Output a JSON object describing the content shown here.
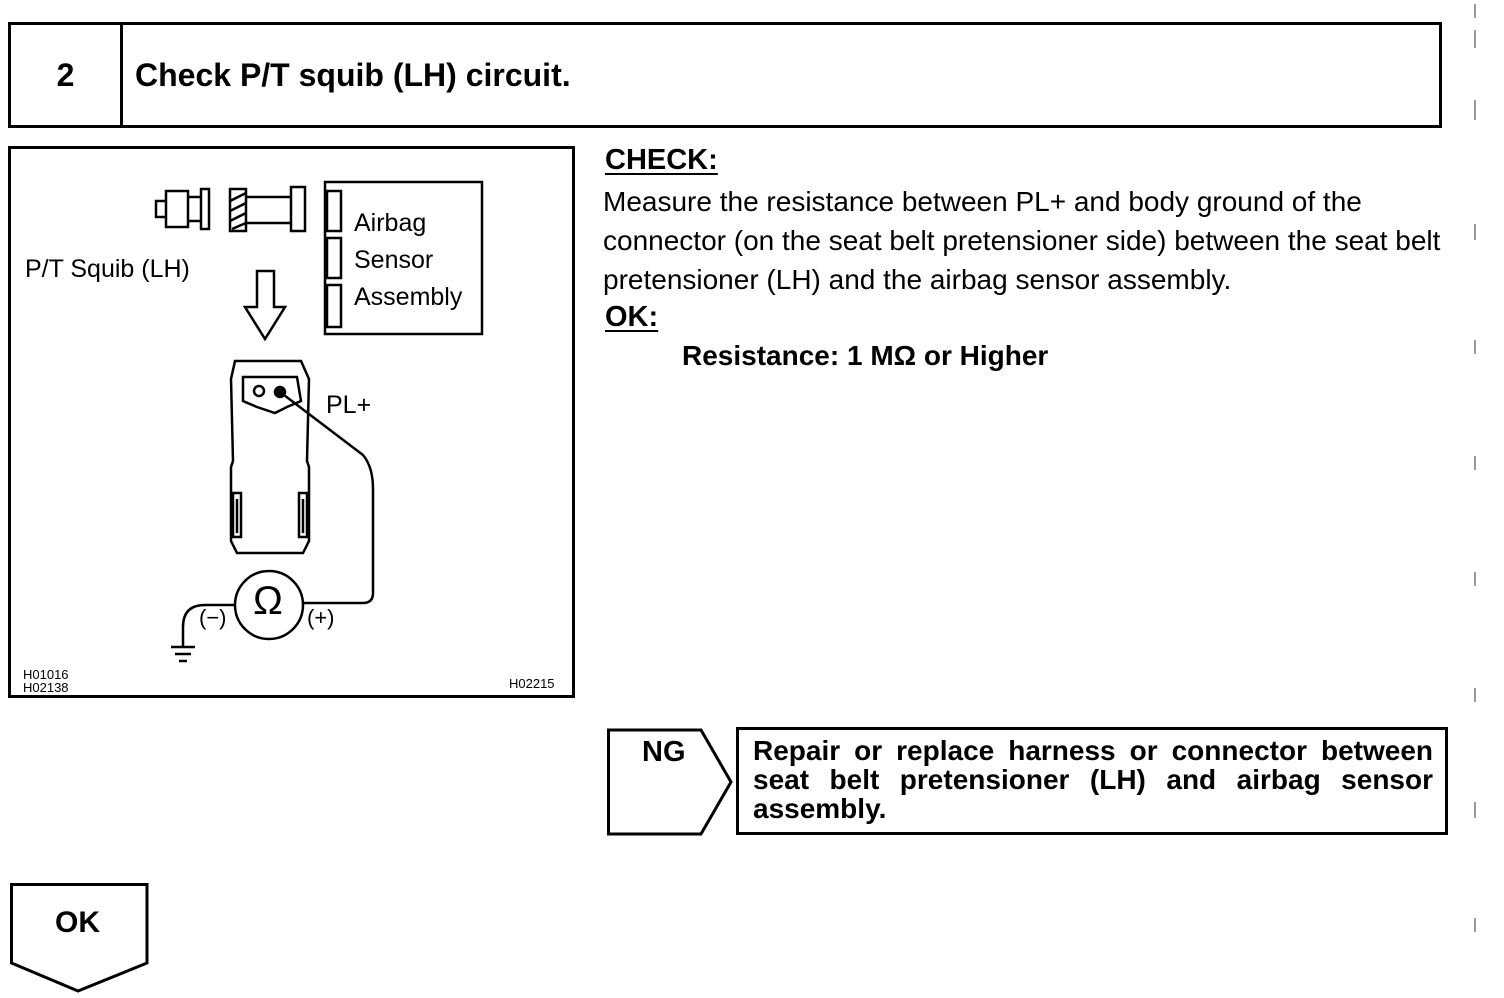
{
  "header": {
    "step_number": "2",
    "title": "Check P/T squib (LH) circuit."
  },
  "diagram": {
    "squib_label": "P/T Squib (LH)",
    "sensor_label_line1": "Airbag",
    "sensor_label_line2": "Sensor",
    "sensor_label_line3": "Assembly",
    "terminal_label": "PL+",
    "meter_symbol": "Ω",
    "neg_label": "(−)",
    "pos_label": "(+)",
    "code_left_1": "H01016",
    "code_left_2": "H02138",
    "code_right": "H02215"
  },
  "check": {
    "heading": "CHECK:",
    "text": "Measure the resistance between PL+ and body ground of the connector (on the seat belt pretensioner side) between the seat belt pretensioner (LH) and the airbag sensor assembly.",
    "ok_heading": "OK:",
    "spec": "Resistance: 1 MΩ or Higher"
  },
  "ng_branch": {
    "label": "NG",
    "action": "Repair or replace harness or connector between seat belt pretensioner (LH) and airbag sensor assembly."
  },
  "ok_branch": {
    "label": "OK"
  }
}
